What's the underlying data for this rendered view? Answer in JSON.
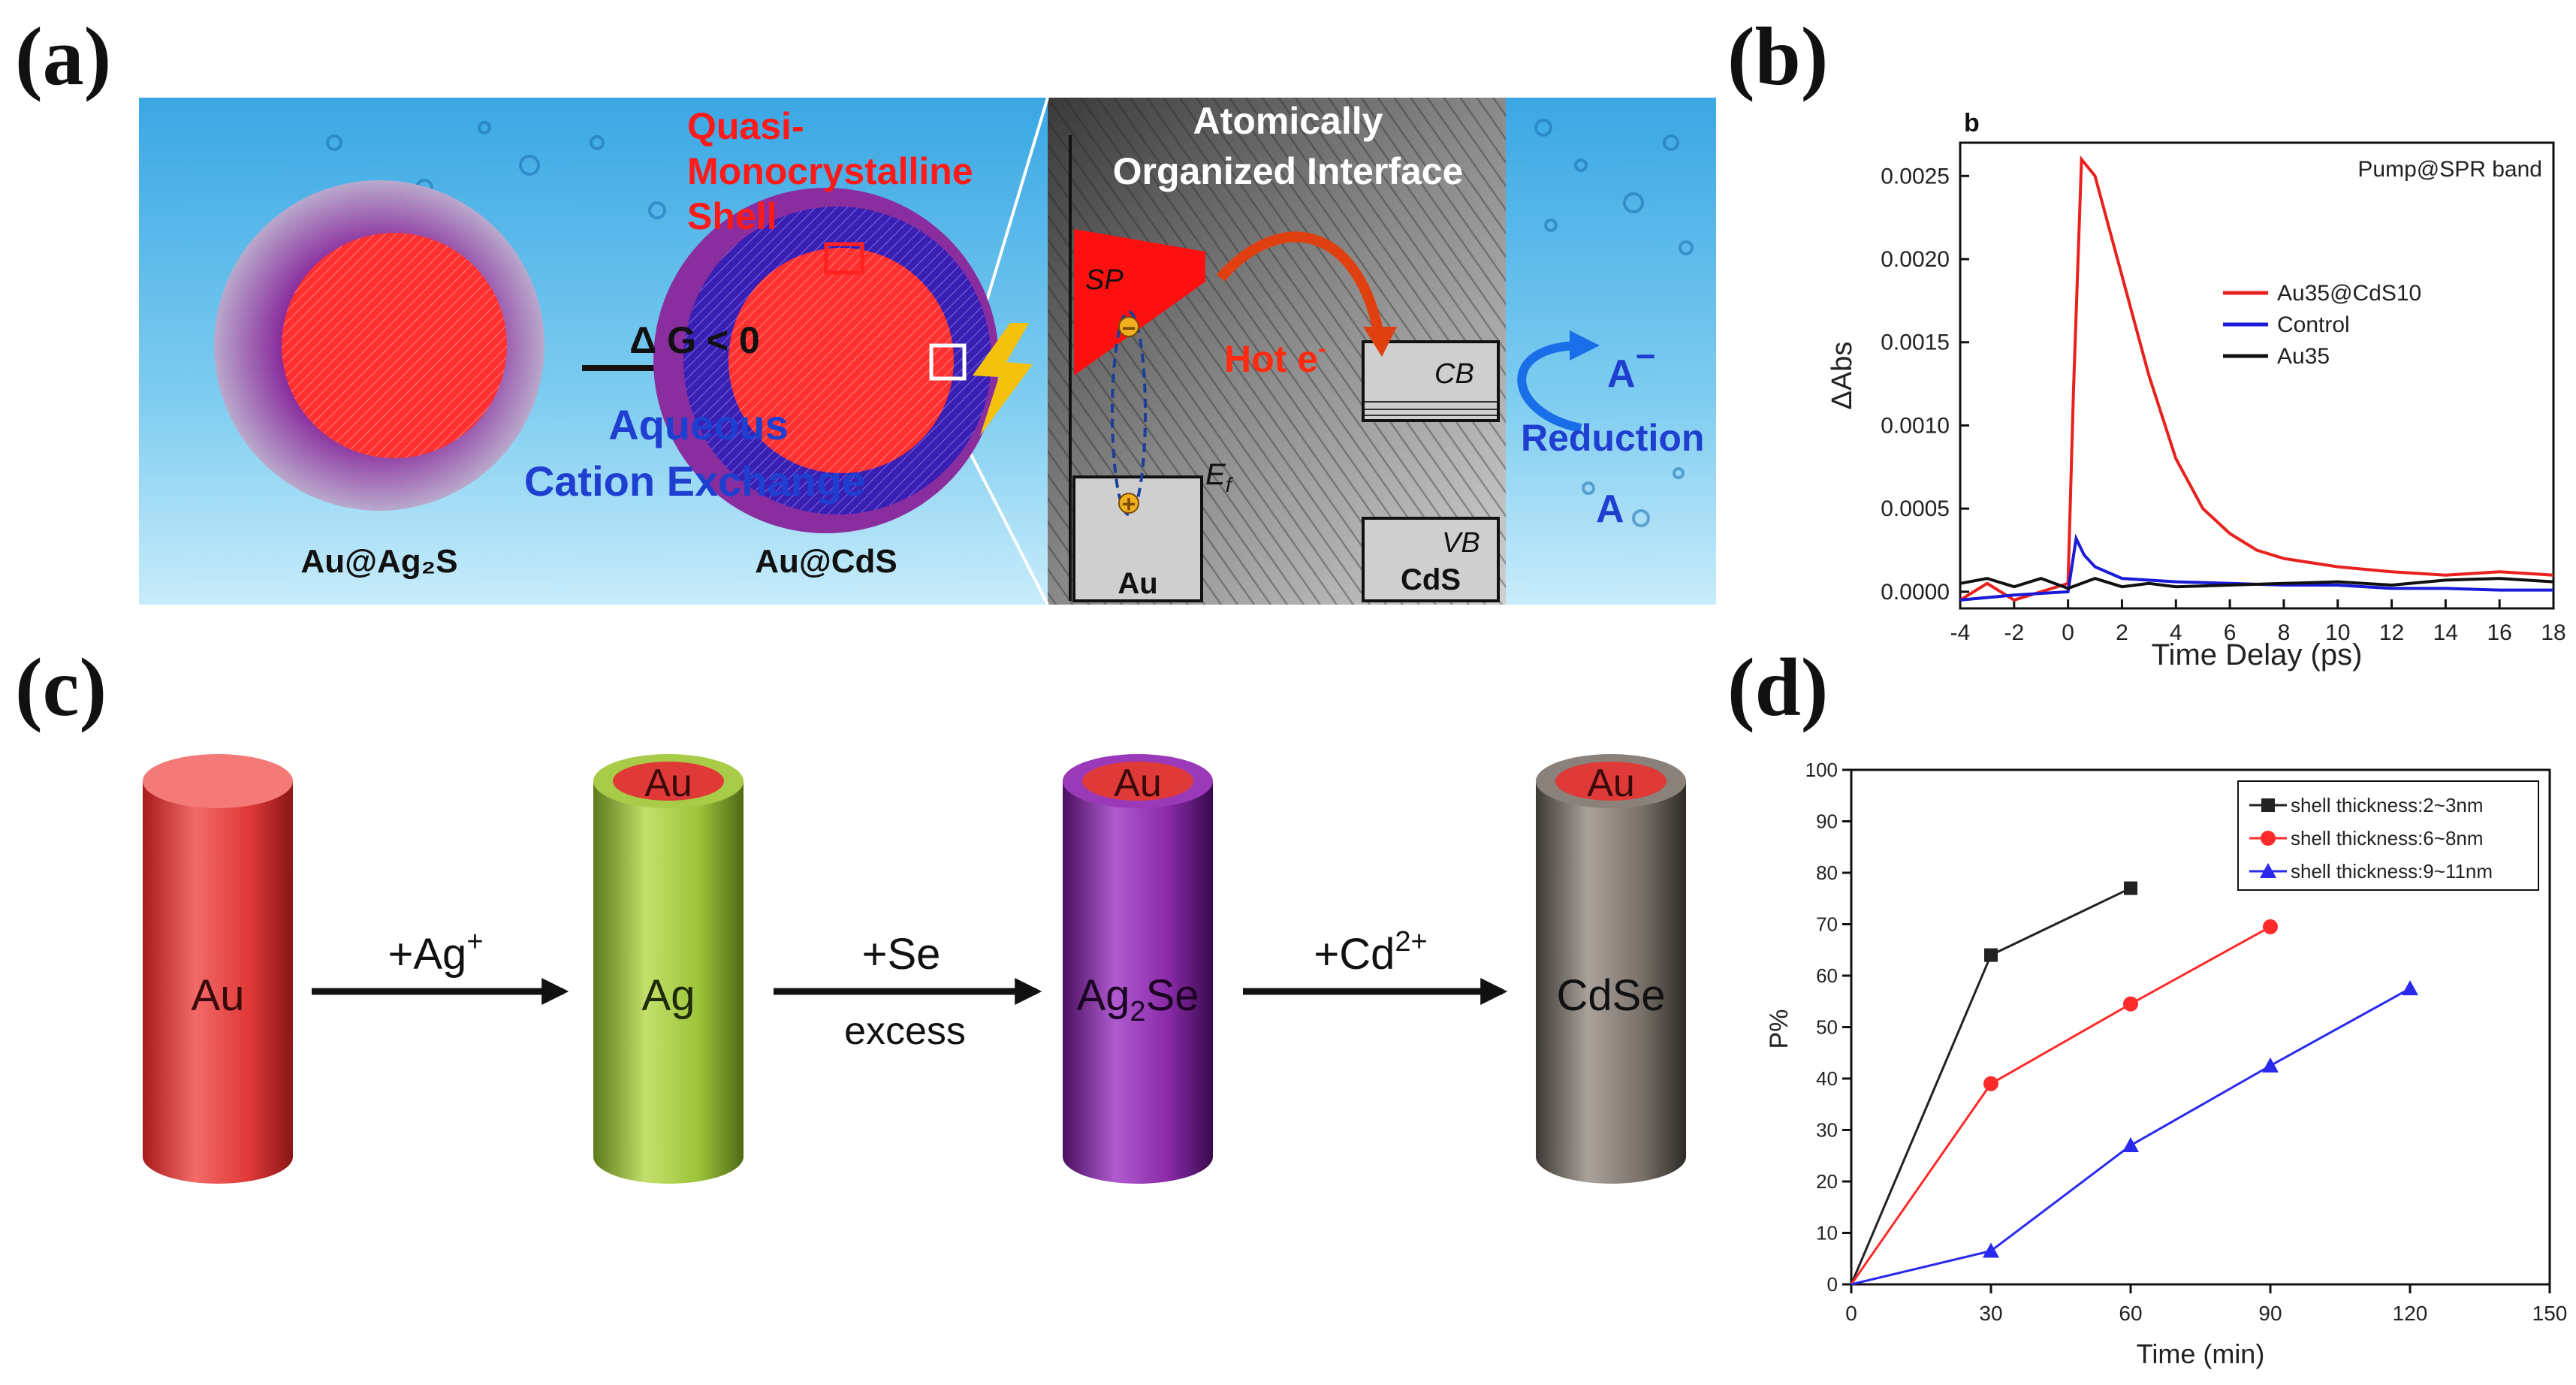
{
  "panel_labels": {
    "a": "(a)",
    "b": "(b)",
    "c": "(c)",
    "d": "(d)"
  },
  "panel_a": {
    "left_particle": "Au@Ag₂S",
    "right_particle": "Au@CdS",
    "arrow_top": "Δ G < 0",
    "arrow_bottom_1": "Aqueous",
    "arrow_bottom_2": "Cation Exchange",
    "shell_label_1": "Quasi-",
    "shell_label_2": "Monocrystalline",
    "shell_label_3": "Shell",
    "interface_title_1": "Atomically",
    "interface_title_2": "Organized Interface",
    "sp": "SP",
    "ef": "E",
    "ef_sub": "f",
    "hot_e": "Hot e",
    "hot_e_sup": "-",
    "cb": "CB",
    "vb": "VB",
    "au": "Au",
    "cds": "CdS",
    "a_minus": "A",
    "a_minus_sup": "−",
    "reduction": "Reduction",
    "a": "A",
    "hole": "+",
    "electron": "−",
    "colors": {
      "core": "#ff2a2a",
      "ag2s_shell": "#8a2d9e",
      "cds_shell": "#3a1fb5",
      "water": "#4fb3e8",
      "label_blue": "#1f3fd0",
      "label_red": "#ff1a1a"
    }
  },
  "panel_c": {
    "cylinders": [
      {
        "name": "Au",
        "core": "",
        "body": "#e8403e"
      },
      {
        "name": "Ag",
        "core": "Au",
        "body": "#9dc43a"
      },
      {
        "name": "Ag2Se",
        "core": "Au",
        "body": "#8a2aa8"
      },
      {
        "name": "CdSe",
        "core": "Au",
        "body": "#7a726a"
      }
    ],
    "labels": {
      "c1": "Au",
      "c2": "Ag",
      "c3_main": "Ag",
      "c3_sub": "2",
      "c3_end": "Se",
      "c4": "CdSe",
      "core": "Au"
    },
    "arrows": {
      "a1_main": "+Ag",
      "a1_sup": "+",
      "a2_line1": "+Se",
      "a2_line2": "excess",
      "a3_main": "+Cd",
      "a3_sup": "2+"
    }
  },
  "chart_data": [
    {
      "type": "line",
      "panel": "b",
      "title": "",
      "panel_letter": "b",
      "annotation": "Pump@SPR band",
      "xlabel": "Time Delay (ps)",
      "ylabel": "ΔAbs",
      "xlim": [
        -4,
        18
      ],
      "ylim": [
        -0.0001,
        0.0027
      ],
      "xticks": [
        "-4",
        "-2",
        "0",
        "2",
        "4",
        "6",
        "8",
        "10",
        "12",
        "14",
        "16",
        "18"
      ],
      "yticks": [
        "0.0000",
        "0.0005",
        "0.0010",
        "0.0015",
        "0.0020",
        "0.0025"
      ],
      "legend_position": "right",
      "series": [
        {
          "name": "Au35@CdS10",
          "color": "#e8201e",
          "x": [
            -4,
            -3,
            -2,
            -1,
            0,
            0.2,
            0.5,
            1,
            1.5,
            2,
            3,
            4,
            5,
            6,
            7,
            8,
            10,
            12,
            14,
            16,
            18
          ],
          "y": [
            -5e-05,
            5e-05,
            -5e-05,
            0.0,
            5e-05,
            0.0012,
            0.0026,
            0.0025,
            0.0022,
            0.0019,
            0.0013,
            0.0008,
            0.0005,
            0.00035,
            0.00025,
            0.0002,
            0.00015,
            0.00012,
            0.0001,
            0.00012,
            0.0001
          ]
        },
        {
          "name": "Control",
          "color": "#1a1ad8",
          "x": [
            -4,
            -2,
            0,
            0.3,
            0.6,
            1,
            2,
            4,
            6,
            8,
            10,
            12,
            14,
            16,
            18
          ],
          "y": [
            -5e-05,
            -2e-05,
            0.0,
            0.00032,
            0.00022,
            0.00015,
            8e-05,
            6e-05,
            5e-05,
            4e-05,
            4e-05,
            2e-05,
            2e-05,
            1e-05,
            1e-05
          ]
        },
        {
          "name": "Au35",
          "color": "#111111",
          "x": [
            -4,
            -3,
            -2,
            -1,
            0,
            1,
            2,
            3,
            4,
            6,
            8,
            10,
            12,
            14,
            16,
            18
          ],
          "y": [
            5e-05,
            8e-05,
            3e-05,
            8e-05,
            2e-05,
            8e-05,
            3e-05,
            5e-05,
            3e-05,
            4e-05,
            5e-05,
            6e-05,
            4e-05,
            7e-05,
            8e-05,
            6e-05
          ]
        }
      ]
    },
    {
      "type": "line",
      "panel": "d",
      "title": "",
      "xlabel": "Time (min)",
      "ylabel": "P%",
      "xlim": [
        0,
        150
      ],
      "ylim": [
        0,
        100
      ],
      "xticks": [
        "0",
        "30",
        "60",
        "90",
        "120",
        "150"
      ],
      "yticks": [
        "0",
        "10",
        "20",
        "30",
        "40",
        "50",
        "60",
        "70",
        "80",
        "90",
        "100"
      ],
      "legend_position": "top-right",
      "series": [
        {
          "name": "shell thickness:2~3nm",
          "color": "#222222",
          "marker": "square",
          "x": [
            0,
            30,
            60
          ],
          "y": [
            0,
            64,
            77
          ]
        },
        {
          "name": "shell thickness:6~8nm",
          "color": "#ff2a2a",
          "marker": "circle",
          "x": [
            0,
            30,
            60,
            90
          ],
          "y": [
            0,
            39,
            54.5,
            69.5
          ]
        },
        {
          "name": "shell thickness:9~11nm",
          "color": "#2a2aee",
          "marker": "triangle",
          "x": [
            0,
            30,
            60,
            90,
            120
          ],
          "y": [
            0,
            6.5,
            27,
            42.5,
            57.5
          ]
        }
      ]
    }
  ]
}
